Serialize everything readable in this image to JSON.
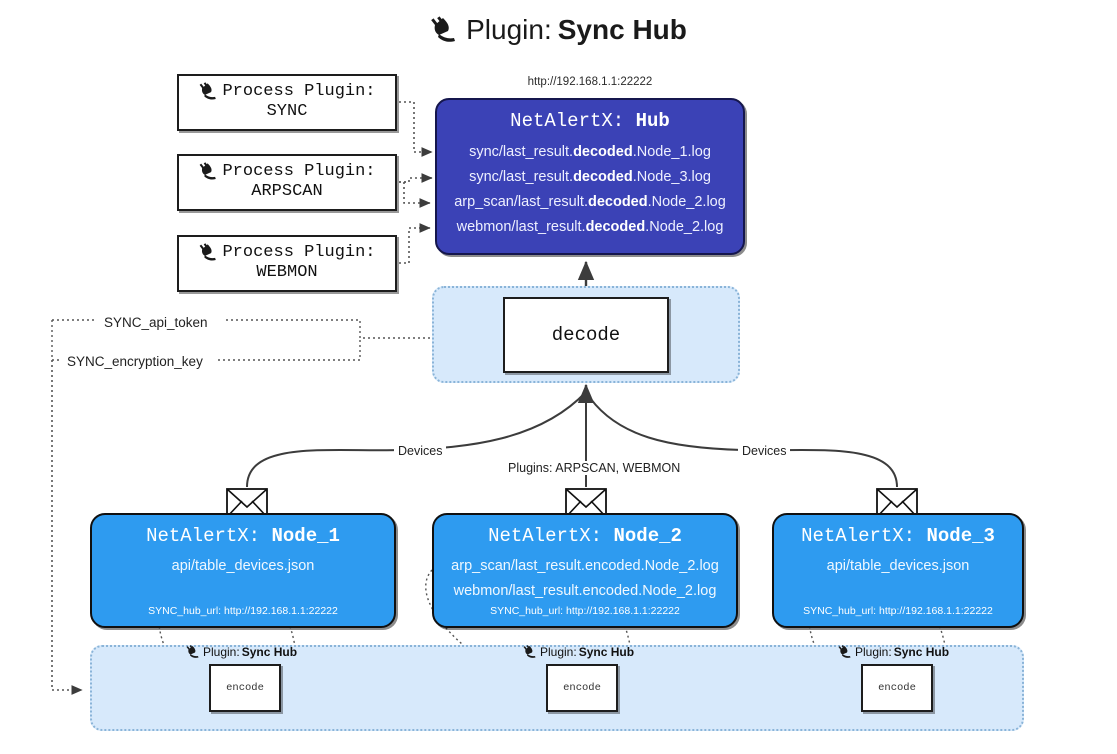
{
  "title": {
    "icon": "plug-icon",
    "prefix": "Plugin:",
    "name": "Sync Hub"
  },
  "hub": {
    "url": "http://192.168.1.1:22222",
    "label_prefix": "NetAlertX:",
    "label_name": "Hub",
    "logs": [
      {
        "pre": "sync/last_result.",
        "em": "decoded",
        "post": ".Node_1.log"
      },
      {
        "pre": "sync/last_result.",
        "em": "decoded",
        "post": ".Node_3.log"
      },
      {
        "pre": "arp_scan/last_result.",
        "em": "decoded",
        "post": ".Node_2.log"
      },
      {
        "pre": "webmon/last_result.",
        "em": "decoded",
        "post": ".Node_2.log"
      }
    ]
  },
  "process_plugins": [
    {
      "icon": "plug-icon",
      "line1": "Process Plugin:",
      "line2": "SYNC"
    },
    {
      "icon": "plug-icon",
      "line1": "Process Plugin:",
      "line2": "ARPSCAN"
    },
    {
      "icon": "plug-icon",
      "line1": "Process Plugin:",
      "line2": "WEBMON"
    }
  ],
  "decode": {
    "label": "decode"
  },
  "keys": {
    "api_token": "SYNC_api_token",
    "encryption_key": "SYNC_encryption_key"
  },
  "edge_labels": {
    "devices_left": "Devices",
    "devices_right": "Devices",
    "plugins": "Plugins: ARPSCAN, WEBMON"
  },
  "nodes": [
    {
      "label_prefix": "NetAlertX:",
      "label_name": "Node_1",
      "lines": [
        "api/table_devices.json"
      ],
      "footer": "SYNC_hub_url: http://192.168.1.1:22222",
      "mail_icon": "envelope-icon"
    },
    {
      "label_prefix": "NetAlertX:",
      "label_name": "Node_2",
      "lines": [
        "arp_scan/last_result.encoded.Node_2.log",
        "webmon/last_result.encoded.Node_2.log"
      ],
      "footer": "SYNC_hub_url: http://192.168.1.1:22222",
      "mail_icon": "envelope-icon"
    },
    {
      "label_prefix": "NetAlertX:",
      "label_name": "Node_3",
      "lines": [
        "api/table_devices.json"
      ],
      "footer": "SYNC_hub_url: http://192.168.1.1:22222",
      "mail_icon": "envelope-icon"
    }
  ],
  "encoders": [
    {
      "caption_icon": "plug-icon",
      "caption_prefix": "Plugin:",
      "caption_name": "Sync Hub",
      "label": "encode"
    },
    {
      "caption_icon": "plug-icon",
      "caption_prefix": "Plugin:",
      "caption_name": "Sync Hub",
      "label": "encode"
    },
    {
      "caption_icon": "plug-icon",
      "caption_prefix": "Plugin:",
      "caption_name": "Sync Hub",
      "label": "encode"
    }
  ],
  "colors": {
    "hub_fill": "#3b42b6",
    "node_fill": "#2e9bf0",
    "container_fill": "#d7e9fb",
    "container_border": "#8ab4d8",
    "line": "#3c3c3c"
  }
}
